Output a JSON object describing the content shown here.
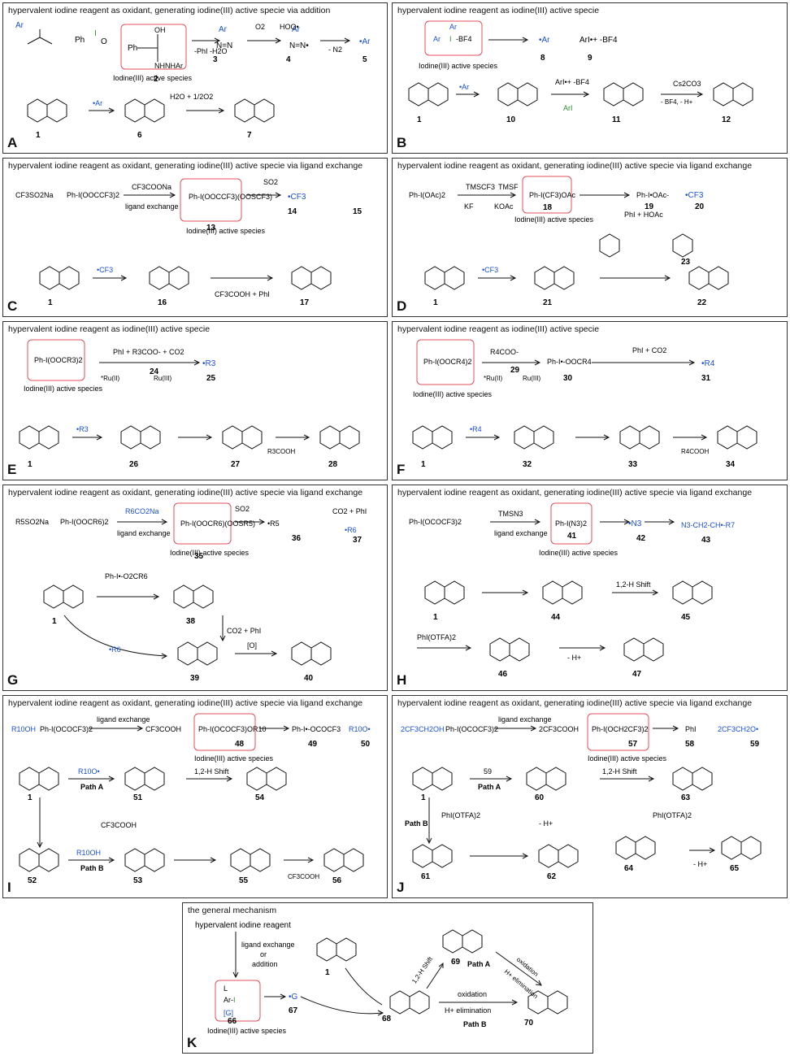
{
  "panels": [
    {
      "id": "A",
      "title": "hypervalent iodine reagent as oxidant, generating iodine(III) active specie via addition",
      "active_label": "Iodine(III) active species"
    },
    {
      "id": "B",
      "title": "hypervalent iodine reagent as iodine(III) active specie",
      "active_label": "Iodine(III) active species"
    },
    {
      "id": "C",
      "title": "hypervalent iodine reagent as oxidant, generating iodine(III) active specie via ligand exchange",
      "active_label": "Iodine(III) active species"
    },
    {
      "id": "D",
      "title": "hypervalent iodine reagent as oxidant, generating iodine(III) active specie via ligand exchange",
      "active_label": "Iodine(III) active species"
    },
    {
      "id": "E",
      "title": "hypervalent iodine reagent as iodine(III) active specie",
      "active_label": "Iodine(III) active species"
    },
    {
      "id": "F",
      "title": "hypervalent iodine reagent as iodine(III) active specie",
      "active_label": "Iodine(III) active species"
    },
    {
      "id": "G",
      "title": "hypervalent iodine reagent as oxidant, generating iodine(III) active specie via ligand exchange",
      "active_label": "Iodine(III) active species"
    },
    {
      "id": "H",
      "title": "hypervalent iodine reagent as oxidant, generating iodine(III) active specie via ligand exchange",
      "active_label": "Iodine(III) active species"
    },
    {
      "id": "I",
      "title": "hypervalent iodine reagent as oxidant, generating iodine(III) active specie via ligand exchange",
      "active_label": "Iodine(III) active species"
    },
    {
      "id": "J",
      "title": "hypervalent iodine reagent as oxidant, generating iodine(III) active specie via ligand exchange",
      "active_label": "Iodine(III) active species"
    },
    {
      "id": "K",
      "title": "the general mechanism",
      "active_label": "Iodine(III) active species"
    }
  ],
  "text": {
    "a_reagents": "-PhI -H2O",
    "a_o2": "O2",
    "a_hoo": "HOO•",
    "a_n2": "- N2",
    "a_h2o": "H2O + 1/2O2",
    "a_ar": "•Ar",
    "b_cs": "Cs2CO3",
    "b_cs_sub": "- BF4, - H+",
    "b_ari": "ArI",
    "b_arbf": "ArI•+ -BF4",
    "b_ar": "•Ar",
    "b_bf": "-BF4",
    "c_reag": "CF3COONa",
    "c_lig": "ligand exchange",
    "c_so2": "SO2",
    "c_cf3": "•CF3",
    "c_byp": "CF3COOH + PhI",
    "c_na": "CF3SO2Na",
    "d_tms": "TMSCF3",
    "d_tmsf": "TMSF",
    "d_kf": "KF",
    "d_koac": "KOAc",
    "d_phi": "PhI + HOAc",
    "d_cf3": "•CF3",
    "e_phi": "PhI + R3COO- + CO2",
    "e_ru2": "*Ru(II)",
    "e_ru3": "Ru(III)",
    "e_r": "•R3",
    "e_byp": "R3COOH",
    "f_r": "R4COO-",
    "f_phi": "PhI + CO2",
    "f_ru2": "*Ru(II)",
    "f_ru3": "Ru(III)",
    "f_rad": "•R4",
    "f_byp": "R4COOH",
    "g_na": "R5SO2Na",
    "g_reag": "R6CO2Na",
    "g_lig": "ligand exchange",
    "g_so2": "SO2",
    "g_co2": "CO2 + PhI",
    "g_ox": "[O]",
    "g_r": "•R6",
    "h_tms": "TMSN3",
    "h_lig": "ligand exchange",
    "h_shift": "1,2-H Shift",
    "h_pifa": "PhI(OTFA)2",
    "h_h": "- H+",
    "h_n3": "•N3",
    "i_lig": "ligand exchange",
    "i_acid": "CF3COOH",
    "i_patha": "Path A",
    "i_pathb": "Path B",
    "i_shift": "1,2-H Shift",
    "i_alc": "R10OH",
    "i_rad": "R10O•",
    "j_alc": "2CF3CH2OH",
    "j_lig": "ligand exchange",
    "j_acid": "2CF3COOH",
    "j_patha": "Path A",
    "j_pathb": "Path B",
    "j_shift": "1,2-H Shift",
    "j_pifa": "PhI(OTFA)2",
    "j_rad": "2CF3CH2O•",
    "j_h": "- H+",
    "k_reagent": "hypervalent iodine reagent",
    "k_lig": "ligand exchange",
    "k_or": "or",
    "k_add": "addition",
    "k_shift": "1,2-H Shift",
    "k_ox": "oxidation",
    "k_elim": "H+ elimination",
    "k_patha": "Path A",
    "k_pathb": "Path B"
  },
  "numbers": {
    "A": [
      "2",
      "3",
      "4",
      "5",
      "1",
      "6",
      "7"
    ],
    "B": [
      "8",
      "9",
      "1",
      "10",
      "11",
      "12"
    ],
    "C": [
      "13",
      "14",
      "15",
      "1",
      "16",
      "17"
    ],
    "D": [
      "18",
      "19",
      "20",
      "23",
      "1",
      "21",
      "22"
    ],
    "E": [
      "24",
      "25",
      "1",
      "26",
      "27",
      "28"
    ],
    "F": [
      "29",
      "30",
      "31",
      "1",
      "32",
      "33",
      "34"
    ],
    "G": [
      "35",
      "36",
      "37",
      "1",
      "38",
      "39",
      "40"
    ],
    "H": [
      "41",
      "42",
      "43",
      "1",
      "44",
      "45",
      "46",
      "47"
    ],
    "I": [
      "48",
      "49",
      "50",
      "1",
      "51",
      "54",
      "52",
      "53",
      "55",
      "56"
    ],
    "J": [
      "57",
      "58",
      "59",
      "1",
      "60",
      "63",
      "61",
      "62",
      "64",
      "65"
    ],
    "K": [
      "1",
      "66",
      "67",
      "68",
      "69",
      "70"
    ]
  },
  "colors": {
    "radical": "#1a4fd6",
    "iodine": "#2a8a2a",
    "box": "#e0505a"
  }
}
